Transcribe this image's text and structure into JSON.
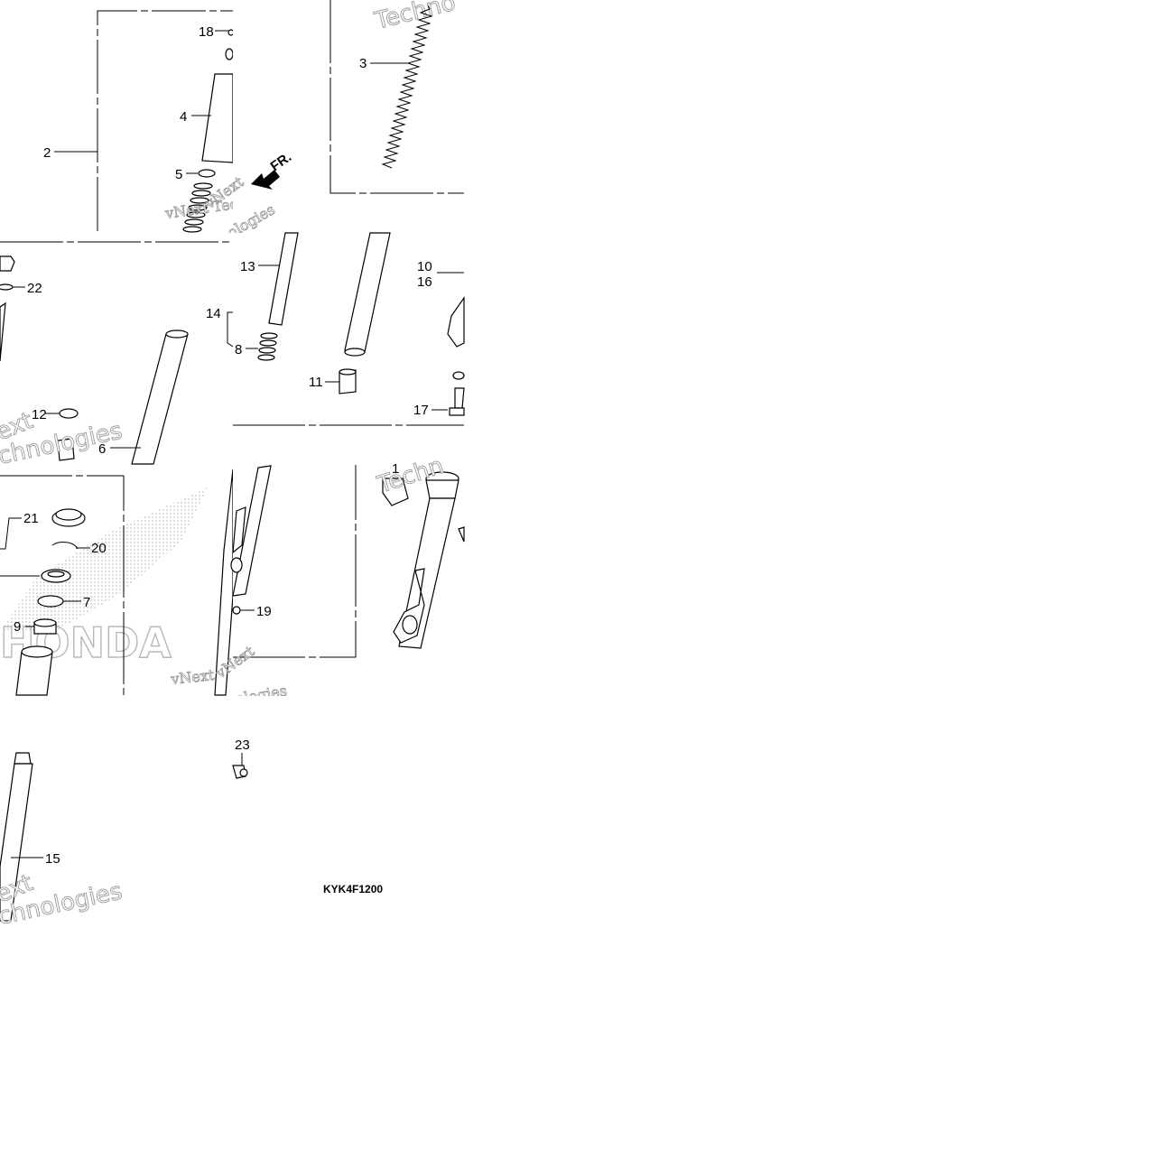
{
  "diagram": {
    "code": "KYK4F1200",
    "direction_label": "FR.",
    "brand_watermark": "HONDA",
    "watermarks": {
      "line1": "vNext",
      "line2": "Technologies",
      "short1": "ext",
      "short2": "chnologies",
      "partial1": "vNext Tec",
      "partial2": "ologies",
      "fragment1": "Techno",
      "fragment2": "Techn"
    },
    "callouts": {
      "p1": "1",
      "p2": "2",
      "p3": "3",
      "p4": "4",
      "p5": "5",
      "p6": "6",
      "p7": "7",
      "p8": "8",
      "p9": "9",
      "p10": "10",
      "p11": "11",
      "p12": "12",
      "p13": "13",
      "p14": "14",
      "p15": "15",
      "p16": "16",
      "p17": "17",
      "p18": "18",
      "p19": "19",
      "p20": "20",
      "p21": "21",
      "p22": "22",
      "p23": "23"
    }
  }
}
